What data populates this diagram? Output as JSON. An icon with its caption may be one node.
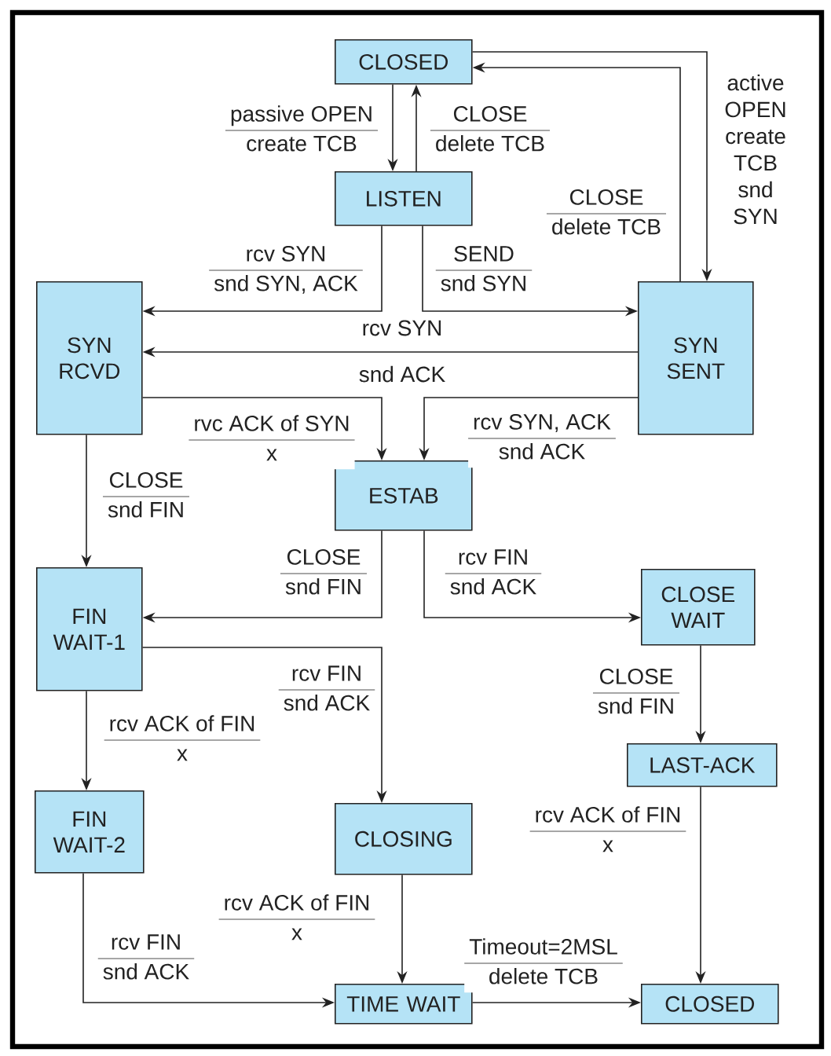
{
  "diagram": {
    "nodes": [
      {
        "text": [
          "CLOSED"
        ]
      },
      {
        "text": [
          "LISTEN"
        ]
      },
      {
        "text": [
          "SYN RCVD"
        ]
      },
      {
        "text": [
          "SYN SENT"
        ]
      },
      {
        "text": [
          "ESTAB"
        ]
      },
      {
        "text": [
          "FIN WAIT-1"
        ]
      },
      {
        "text": [
          "CLOSE WAIT"
        ]
      },
      {
        "text": [
          "FIN WAIT-2"
        ]
      },
      {
        "text": [
          "CLOSING"
        ]
      },
      {
        "text": [
          "LAST-ACK"
        ]
      },
      {
        "text": [
          "TIME WAIT"
        ]
      },
      {
        "text": [
          "CLOSED"
        ]
      }
    ],
    "edges": [
      {
        "from": 0,
        "to": 1,
        "arrow": "to",
        "label": [
          "passive OPEN",
          "create TCB"
        ]
      },
      {
        "from": 1,
        "to": 0,
        "arrow": "to",
        "label": [
          "CLOSE",
          "delete TCB"
        ]
      },
      {
        "from": 1,
        "to": 2,
        "arrow": "to",
        "label": [
          "rcv SYN",
          "snd SYN, ACK"
        ]
      },
      {
        "from": 1,
        "to": 3,
        "arrow": "to",
        "label": [
          "SEND",
          "snd SYN"
        ]
      },
      {
        "from": 3,
        "to": 2,
        "arrow": "to",
        "label": [
          "rcv SYN",
          "snd ACK"
        ]
      },
      {
        "from": 3,
        "to": 0,
        "arrow": "to",
        "label": [
          "CLOSE",
          "delete TCB"
        ]
      },
      {
        "from": 0,
        "to": 3,
        "arrow": "to",
        "label": [
          "active OPEN create TCB snd SYN"
        ]
      },
      {
        "from": 2,
        "to": 4,
        "arrow": "to",
        "label": [
          "rvc ACK of SYN",
          "x"
        ]
      },
      {
        "from": 3,
        "to": 4,
        "arrow": "to",
        "label": [
          "rcv SYN, ACK",
          "snd ACK"
        ]
      },
      {
        "from": 2,
        "to": 5,
        "arrow": "to",
        "label": [
          "CLOSE",
          "snd FIN"
        ]
      },
      {
        "from": 4,
        "to": 5,
        "arrow": "to",
        "label": [
          "CLOSE",
          "snd FIN"
        ]
      },
      {
        "from": 4,
        "to": 6,
        "arrow": "to",
        "label": [
          "rcv FIN",
          "snd ACK"
        ]
      },
      {
        "from": 5,
        "to": 8,
        "arrow": "to",
        "label": [
          "rcv FIN",
          "snd ACK"
        ]
      },
      {
        "from": 5,
        "to": 7,
        "arrow": "to",
        "label": [
          "rcv ACK of FIN",
          "x"
        ]
      },
      {
        "from": 6,
        "to": 9,
        "arrow": "to",
        "label": [
          "CLOSE",
          "snd FIN"
        ]
      },
      {
        "from": 9,
        "to": 11,
        "arrow": "to",
        "label": [
          "rcv ACK of FIN",
          "x"
        ]
      },
      {
        "from": 7,
        "to": 10,
        "arrow": "to",
        "label": [
          "rcv FIN",
          "snd ACK"
        ]
      },
      {
        "from": 8,
        "to": 10,
        "arrow": "to",
        "label": [
          "rcv ACK of FIN",
          "x"
        ]
      },
      {
        "from": 10,
        "to": 11,
        "arrow": "to",
        "label": [
          "Timeout=2MSL",
          "delete TCB"
        ]
      }
    ]
  }
}
